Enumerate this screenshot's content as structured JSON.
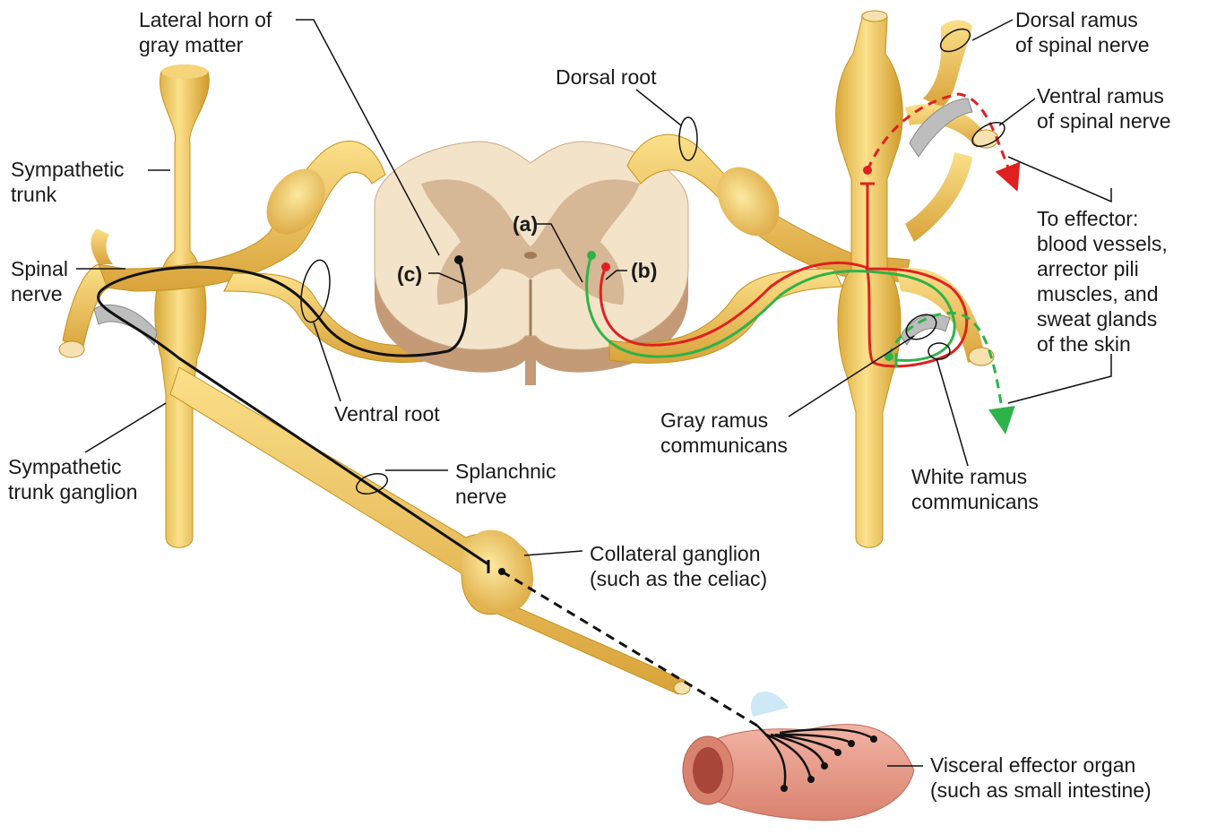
{
  "labels": {
    "lateral_horn": "Lateral horn of\ngray matter",
    "dorsal_ramus": "Dorsal ramus\nof spinal nerve",
    "ventral_ramus": "Ventral ramus\nof spinal nerve",
    "dorsal_root": "Dorsal root",
    "sympathetic_trunk": "Sympathetic\ntrunk",
    "spinal_nerve": "Spinal\nnerve",
    "to_effector": "To effector:\nblood vessels,\narrector pili\nmuscles, and\nsweat glands\nof the skin",
    "marker_a": "(a)",
    "marker_b": "(b)",
    "marker_c": "(c)",
    "ventral_root": "Ventral root",
    "gray_ramus": "Gray ramus\ncommunicans",
    "sympathetic_trunk_ganglion": "Sympathetic\ntrunk ganglion",
    "splanchnic_nerve": "Splanchnic\nnerve",
    "white_ramus": "White ramus\ncommunicans",
    "collateral_ganglion": "Collateral ganglion\n(such as the celiac)",
    "visceral_effector": "Visceral effector organ\n(such as small intestine)"
  },
  "colors": {
    "nerve": "#f2c85a",
    "nerve_dark": "#c99522",
    "cord_white": "#f3e3c8",
    "cord_gray": "#c9a27c",
    "pathway_a": "#2db34a",
    "pathway_b": "#e02020",
    "pathway_c": "#111111",
    "intestine": "#e99a88"
  }
}
